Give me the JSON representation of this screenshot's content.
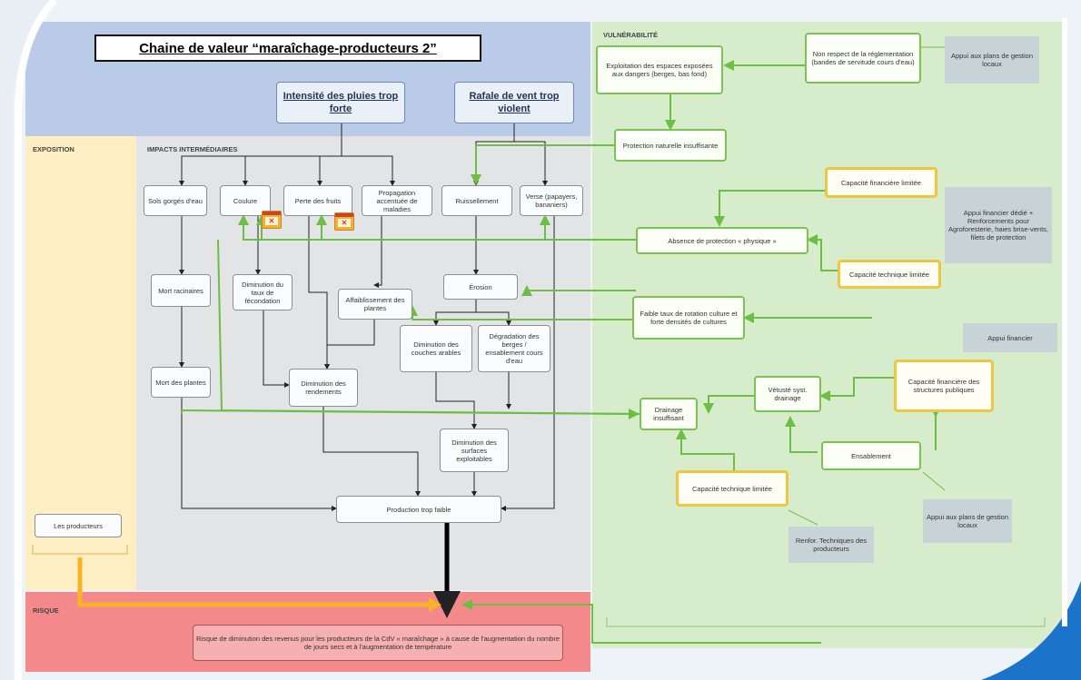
{
  "title": "Chaine de valeur “maraîchage-producteurs 2”",
  "sections": {
    "exposition": "EXPOSITION",
    "impacts": "IMPACTS INTERMÉDIAIRES",
    "vulnerabilite": "VULNÉRABILITÉ",
    "risque": "RISQUE"
  },
  "hazards": {
    "pluies": "Intensité des pluies trop forte",
    "vent": "Rafale de vent trop violent"
  },
  "impacts": {
    "sols_gorges": "Sols gorgés d'eau",
    "coulure": "Coulure",
    "perte_fruits": "Perte des fruits",
    "propagation": "Propagation accentuée de maladies",
    "ruissellement": "Ruissellement",
    "verse": "Verse (papayers, bananiers)",
    "mort_racinaires": "Mort racinaires",
    "diminution_fecondation": "Diminution du taux de fécondation",
    "affaiblissement": "Affaiblissement des plantes",
    "erosion": "Érosion",
    "diminution_couches": "Diminution des couches arables",
    "degradation_berges": "Dégradation des berges / ensablement cours d'eau",
    "mort_plantes": "Mort des plantes",
    "diminution_rendements": "Diminution des rendements",
    "diminution_surfaces": "Diminution des surfaces exploitables",
    "production": "Production trop faible"
  },
  "exposition_box": "Les producteurs",
  "vulnerability": {
    "exploitation": "Exploitation des espaces exposées aux dangers (berges, bas fond)",
    "non_respect": "Non respect de la réglementation (bandes de servitude cours d'eau)",
    "protection_naturelle": "Protection naturelle insuffisante",
    "capacite_financiere": "Capacité financière limitée",
    "absence_protection": "Absence de protection « physique »",
    "capacite_technique": "Capacité technique limitée",
    "faible_taux": "Faible taux de rotation culture et forte densités de cultures",
    "vetuste": "Vétusté syst. drainage",
    "capacite_fin_struct": "Capacité financière des structures publiques",
    "drainage": "Drainage insuffisant",
    "ensablement": "Ensablement",
    "capacite_tech_lim": "Capacité technique limitée"
  },
  "notes": {
    "appui_plans1": "Appui aux plans de gestion locaux",
    "appui_financier_dedie": "Appui financier dédié + Renforcements pour Agroforesterie, haies brise-vents, filets de protection",
    "appui_financier": "Appui financier",
    "appui_plans2": "Appui aux plans de gestion locaux",
    "renfor_tech": "Renfor. Techniques des producteurs"
  },
  "risk": "Risque de diminution des revenus pour les producteurs de la CdV « maraîchage » à cause de l'augmentation du nombre de jours secs et à l'augmentation de température",
  "colors": {
    "top_band": "#b9cbe6",
    "exposition": "#fdeec3",
    "impacts_bg": "#e3e4e6",
    "vulnerability": "#d6eccb",
    "risk": "#f3898a",
    "green_box": "#7cc256",
    "yellow_box": "#f0c640"
  }
}
